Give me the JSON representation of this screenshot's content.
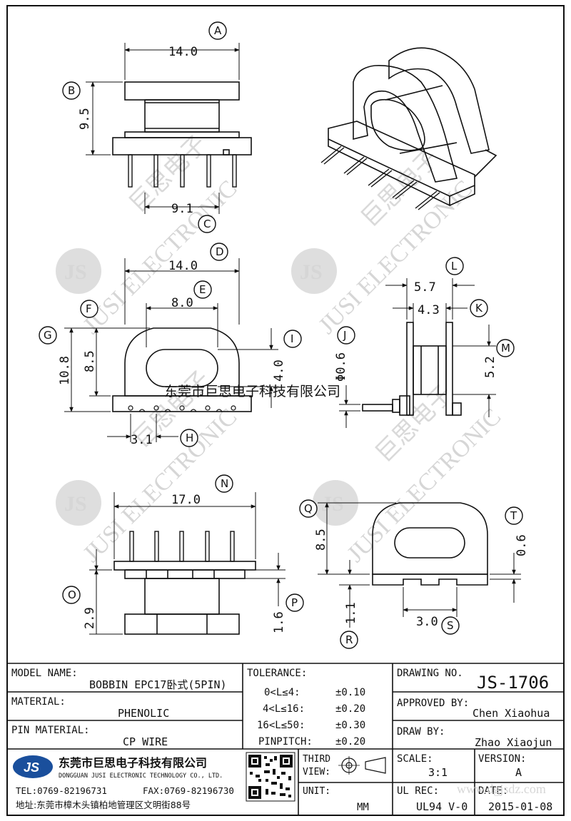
{
  "dims": {
    "a": "14.0",
    "b": "9.5",
    "c": "9.1",
    "d": "14.0",
    "e": "8.0",
    "f": "8.5",
    "g": "10.8",
    "i": "4.0",
    "h": "3.1",
    "j": "Φ0.6",
    "l": "5.7",
    "k": "4.3",
    "m": "5.2",
    "n": "17.0",
    "o": "2.9",
    "p": "1.6",
    "q": "8.5",
    "t": "0.6",
    "r": "1.1",
    "s": "3.0"
  },
  "balloons": [
    "A",
    "B",
    "C",
    "D",
    "E",
    "F",
    "G",
    "H",
    "I",
    "J",
    "K",
    "L",
    "M",
    "N",
    "O",
    "P",
    "Q",
    "R",
    "S",
    "T"
  ],
  "watermark": {
    "brand": "JS",
    "cn": "巨思电子",
    "en": "JUSI ELECTRONIC",
    "site": "www.dgjsdz.com"
  },
  "overlay_company": "东莞市巨思电子科技有限公司",
  "title_block": {
    "model_name_label": "MODEL NAME:",
    "model_name_value": "BOBBIN EPC17卧式(5PIN)",
    "material_label": "MATERIAL:",
    "material_value": "PHENOLIC",
    "pin_material_label": "PIN MATERIAL:",
    "pin_material_value": "CP WIRE",
    "tolerance_label": "TOLERANCE:",
    "tolerances": [
      {
        "range": "0<L≤4:",
        "value": "±0.10"
      },
      {
        "range": "4<L≤16:",
        "value": "±0.20"
      },
      {
        "range": "16<L≤50:",
        "value": "±0.30"
      },
      {
        "range": "PINPITCH:",
        "value": "±0.20"
      }
    ],
    "drawing_no_label": "DRAWING NO.",
    "drawing_no_value": "JS-1706",
    "approved_by_label": "APPROVED BY:",
    "approved_by_value": "Chen Xiaohua",
    "draw_by_label": "DRAW BY:",
    "draw_by_value": "Zhao Xiaojun",
    "third_view_label_1": "THIRD",
    "third_view_label_2": "VIEW:",
    "unit_label": "UNIT:",
    "unit_value": "MM",
    "scale_label": "SCALE:",
    "scale_value": "3:1",
    "version_label": "VERSION:",
    "version_value": "A",
    "ul_rec_label": "UL REC:",
    "ul_rec_value": "UL94 V-0",
    "date_label": "DATE:",
    "date_value": "2015-01-08",
    "company_logo": "JS",
    "company_cn": "东莞市巨思电子科技有限公司",
    "company_en": "DONGGUAN JUSI ELECTRONIC TECHNOLOGY CO., LTD.",
    "tel": "TEL:0769-82196731",
    "fax": "FAX:0769-82196730",
    "address": "地址:东莞市樟木头镇柏地管理区文明街88号"
  }
}
